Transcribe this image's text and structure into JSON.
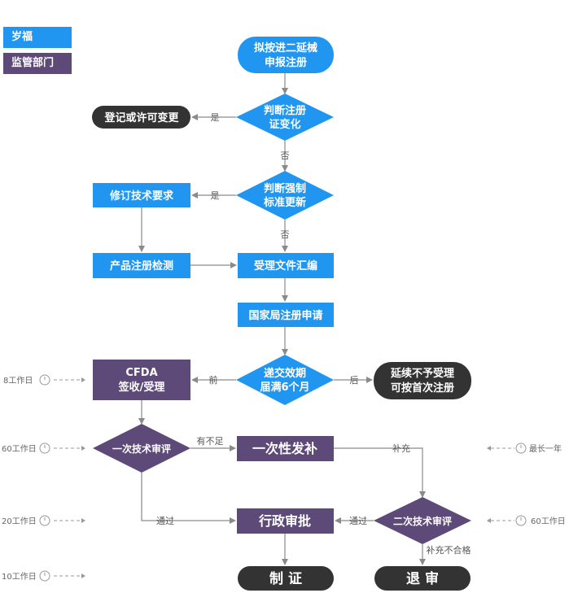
{
  "legend": {
    "applicant": "岁福",
    "regulator": "监管部门"
  },
  "colors": {
    "applicant": "#2196f0",
    "regulator": "#5e4a78",
    "terminal": "#333333",
    "arrow": "#8a8a8a"
  },
  "nodes": {
    "start": [
      "拟按进二延械",
      "申报注册"
    ],
    "cert_change": [
      "判断注册",
      "证变化"
    ],
    "license_change": "登记或许可变更",
    "std_update": [
      "判断强制",
      "标准更新"
    ],
    "revise_req": "修订技术要求",
    "product_test": "产品注册检测",
    "compile_docs": "受理文件汇编",
    "nmpa_apply": "国家局注册申请",
    "expiry_check": [
      "递交效期",
      "届满6个月"
    ],
    "reject_renew": [
      "延续不予受理",
      "可按首次注册"
    ],
    "cfda_accept": [
      "CFDA",
      "签收/受理"
    ],
    "first_review": "一次技术审评",
    "one_time_supp": "一次性发补",
    "second_review": "二次技术审评",
    "admin_approval": "行政审批",
    "issue_cert": "制 证",
    "return_review": "退 审"
  },
  "edge_labels": {
    "yes1": "是",
    "no1": "否",
    "yes2": "是",
    "no2": "否",
    "before": "前",
    "after": "后",
    "insufficient": "有不足",
    "supplement": "补充",
    "pass1": "通过",
    "pass2": "通过",
    "unqualified": "补充不合格"
  },
  "timeline": {
    "t1": "8工作日",
    "t2": "60工作日",
    "t3": "20工作日",
    "t4": "10工作日",
    "r1": "最长一年",
    "r2": "60工作日"
  }
}
